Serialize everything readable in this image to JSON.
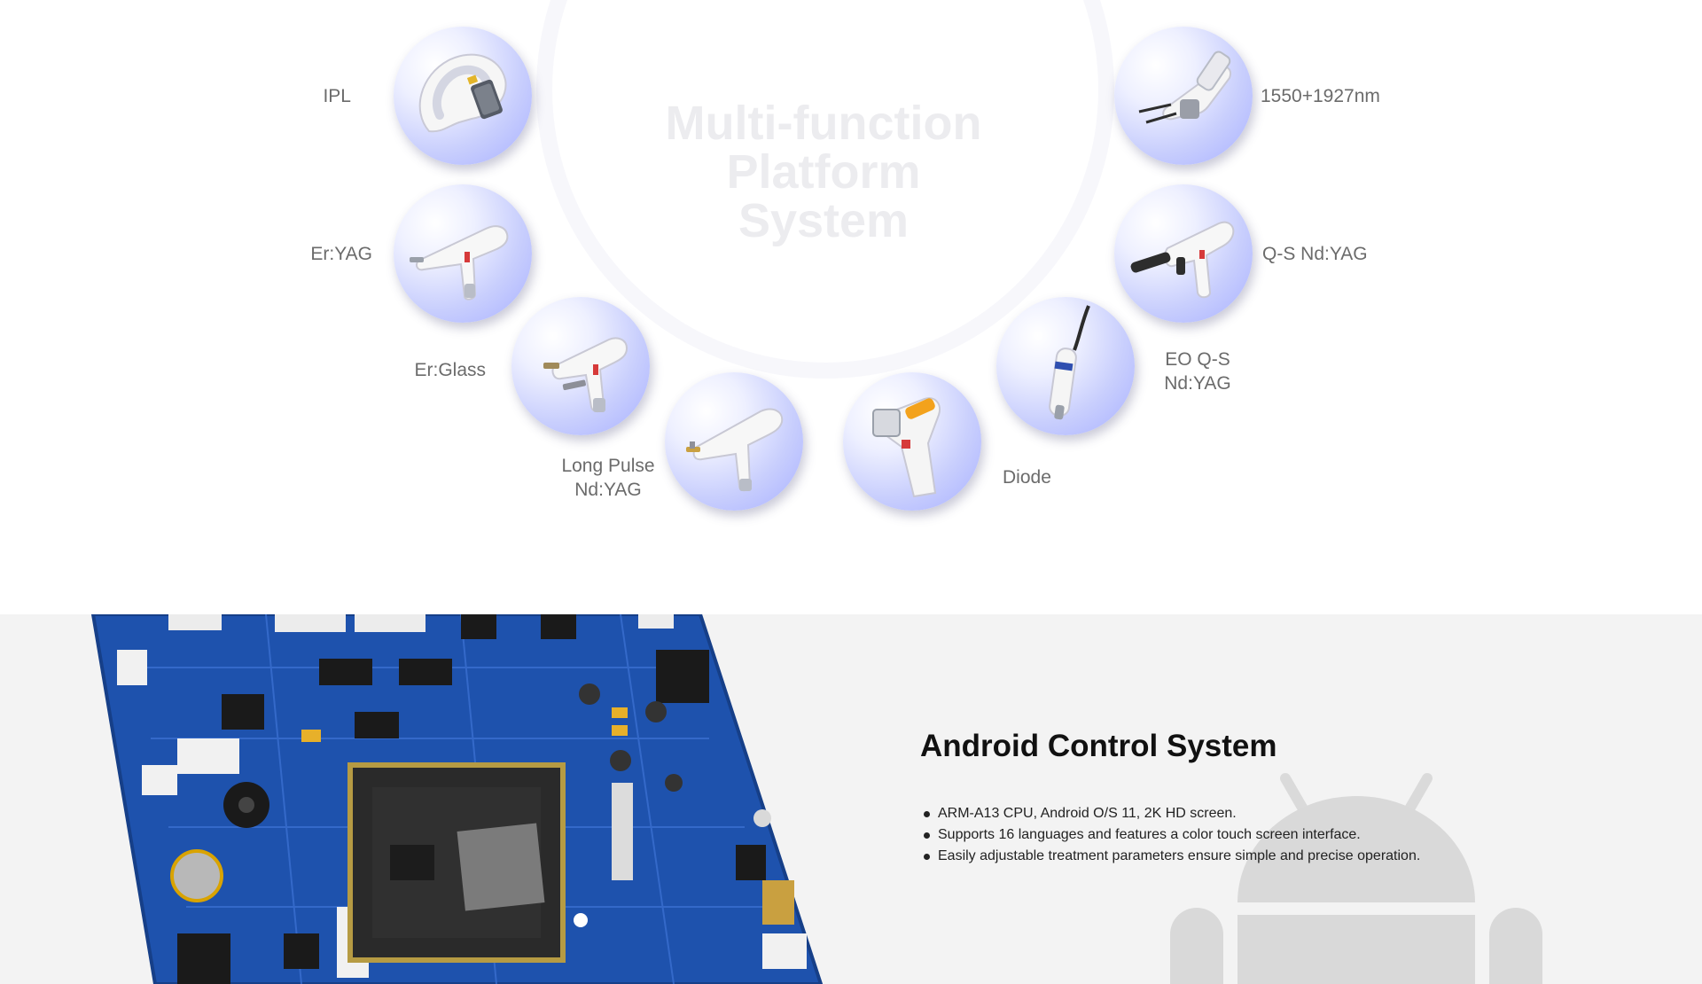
{
  "platform": {
    "watermark": "Multi-function\nPlatform System",
    "handpieces": [
      {
        "id": "ipl",
        "label": "IPL"
      },
      {
        "id": "er-yag",
        "label": "Er:YAG"
      },
      {
        "id": "er-glass",
        "label": "Er:Glass"
      },
      {
        "id": "long-pulse",
        "label": "Long Pulse\nNd:YAG"
      },
      {
        "id": "diode",
        "label": "Diode"
      },
      {
        "id": "eo-qs",
        "label": "EO Q-S\nNd:YAG"
      },
      {
        "id": "qs-ndyag",
        "label": "Q-S Nd:YAG"
      },
      {
        "id": "fractional",
        "label": "1550+1927nm"
      }
    ]
  },
  "control": {
    "title": "Android Control System",
    "features": [
      "ARM-A13 CPU, Android O/S 11, 2K HD screen.",
      "Supports 16 languages and features a color touch screen interface.",
      "Easily adjustable treatment parameters ensure simple and precise operation."
    ]
  },
  "colors": {
    "circle_gradient_inner": "#eef0ff",
    "circle_gradient_outer": "#a7afff",
    "label_text": "#6b6b6b",
    "board_blue": "#1d4fa8",
    "bottom_background": "#f3f3f3",
    "android_watermark": "#d8d8d8"
  }
}
